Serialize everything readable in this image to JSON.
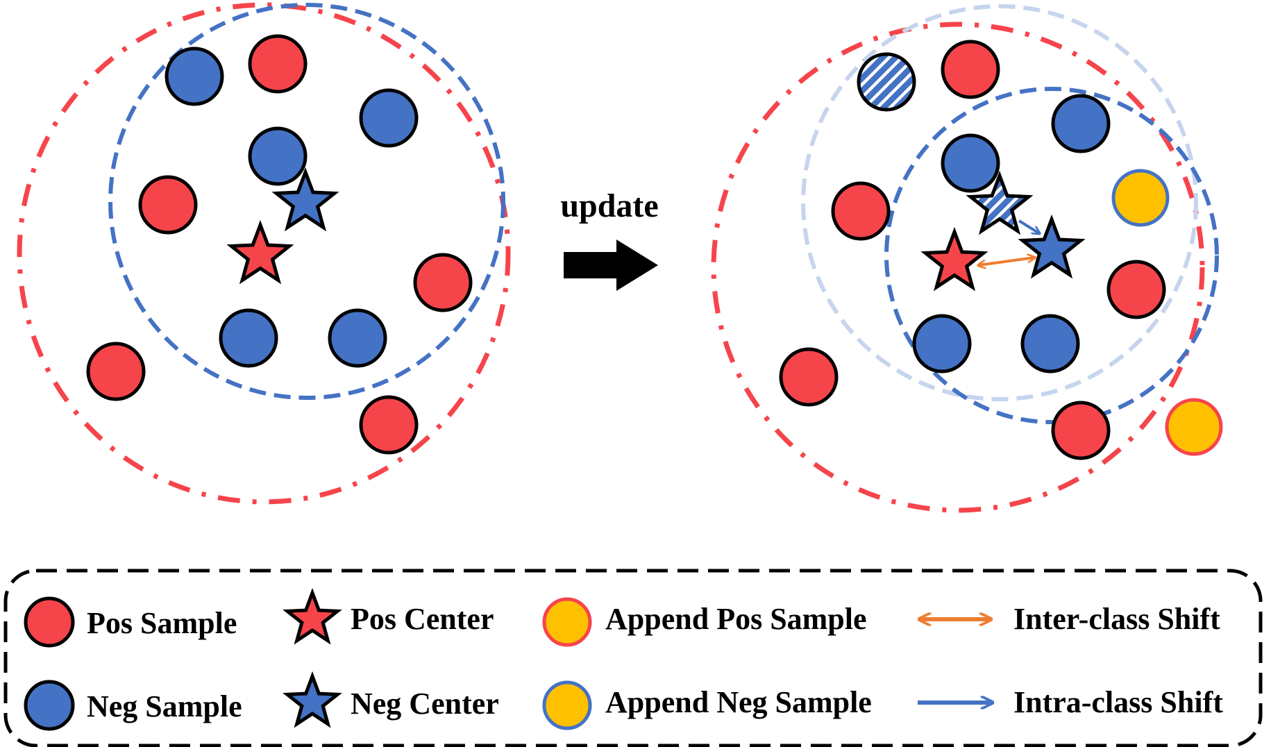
{
  "update_label": "update",
  "colors": {
    "pos": "#f6444b",
    "neg": "#4472c4",
    "append": "#ffc000",
    "neg_light": "#c6d4ee",
    "inter_shift": "#ed7d31",
    "intra_shift": "#4472c4"
  },
  "legend": {
    "pos_sample": "Pos Sample",
    "neg_sample": "Neg Sample",
    "pos_center": "Pos Center",
    "neg_center": "Neg Center",
    "append_pos_sample": "Append Pos Sample",
    "append_neg_sample": "Append Neg Sample",
    "inter_class_shift": "Inter-class Shift",
    "intra_class_shift": "Intra-class Shift"
  }
}
